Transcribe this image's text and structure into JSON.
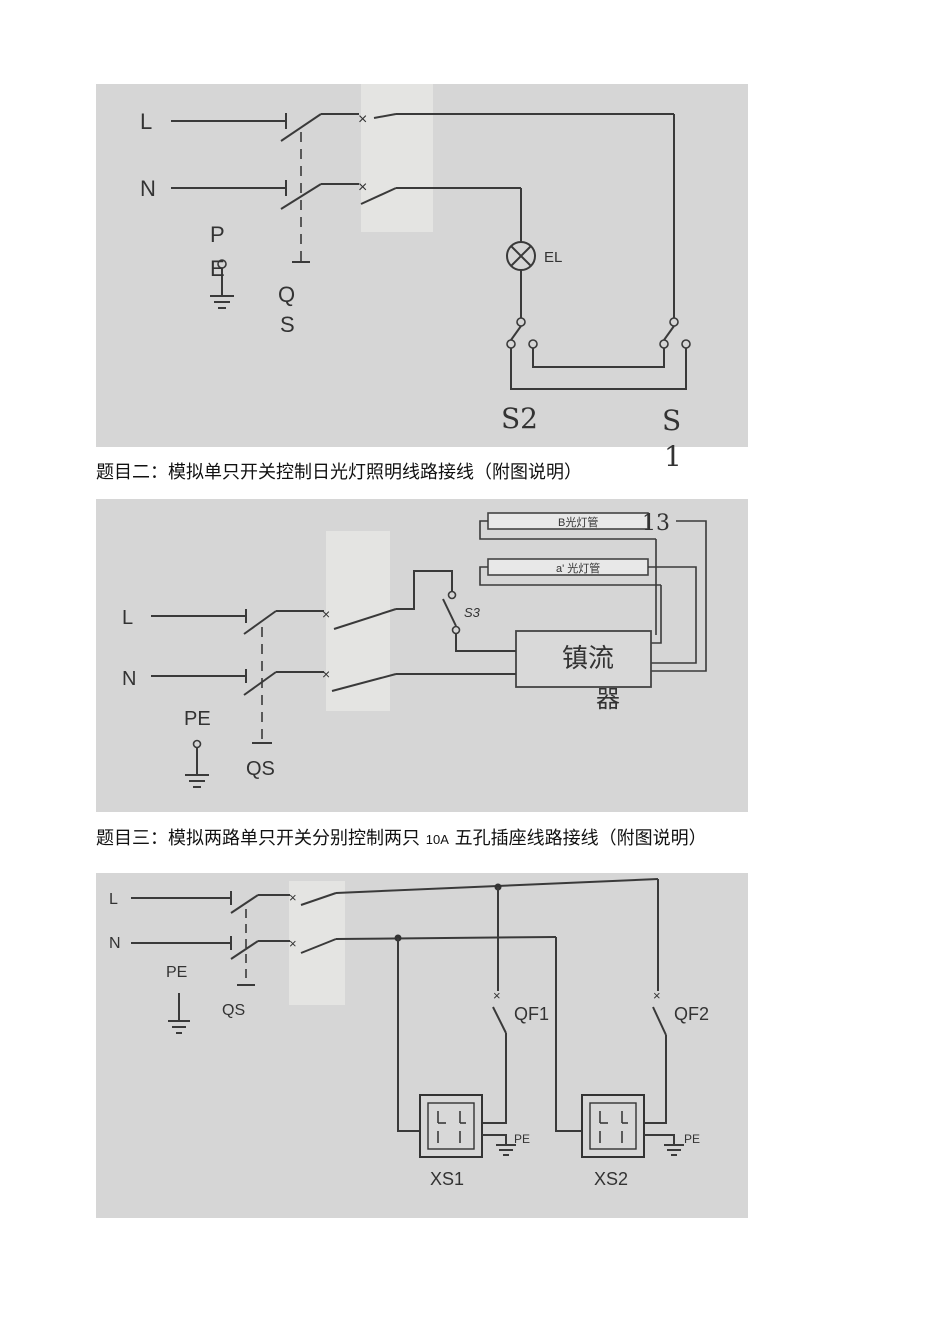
{
  "diagram1": {
    "labels": {
      "L": "L",
      "N": "N",
      "PE_top": "P",
      "PE_bottom": "E",
      "QS_top": "Q",
      "QS_bottom": "S",
      "lamp": "EL",
      "switch2": "S2",
      "switch1_top": "S",
      "switch1_bottom": "1"
    }
  },
  "caption2": "题目二：模拟单只开关控制日光灯照明线路接线（附图说明）",
  "diagram2": {
    "labels": {
      "tube_b": "B光灯管",
      "tube_a": "a' 光灯管",
      "tube_number": "13",
      "switch": "S3",
      "L": "L",
      "N": "N",
      "PE": "PE",
      "QS": "QS",
      "ballast_line1": "镇流",
      "ballast_line2": "器"
    }
  },
  "caption3_before": "题目三：模拟两路单只开关分别控制两只 ",
  "caption3_rating": "10A",
  "caption3_after": " 五孔插座线路接线（附图说明）",
  "diagram3": {
    "labels": {
      "L": "L",
      "N": "N",
      "PE": "PE",
      "QS": "QS",
      "QF1": "QF1",
      "QF2": "QF2",
      "XS1": "XS1",
      "XS2": "XS2",
      "PE_socket1": "PE",
      "PE_socket2": "PE"
    }
  }
}
